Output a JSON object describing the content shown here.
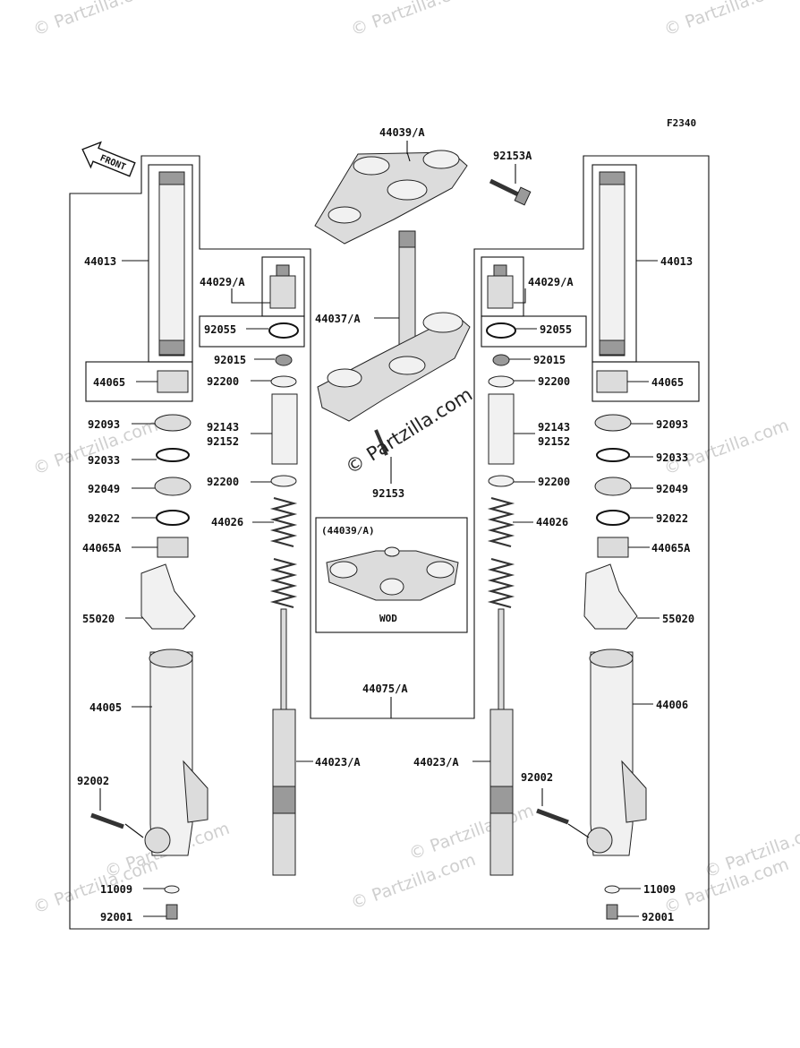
{
  "diagram_code": "F2340",
  "front_label": "FRONT",
  "watermark_text": "© Partzilla.com",
  "inset": {
    "title": "(44039/A)",
    "caption": "WOD"
  },
  "labels": {
    "top_bracket": "44039/A",
    "bolt_upper": "92153A",
    "stem": "44037/A",
    "stem_bolt": "92153",
    "fork_assy": "44075/A",
    "left": {
      "inner_tube": "44013",
      "bushing_upper": "44065",
      "cap_bolt": "44029/A",
      "o_ring": "92055",
      "nut": "92015",
      "washer_upper": "92200",
      "oil_seal": "92093",
      "circlip": "92033",
      "seal_washer": "92049",
      "ring": "92022",
      "bushing_lower": "44065A",
      "protector": "55020",
      "outer_tube": "44005",
      "bolt": "92002",
      "gasket": "11009",
      "drain_bolt": "92001",
      "pipe_a": "92143",
      "pipe_b": "92152",
      "washer_lower": "92200",
      "spring": "44026",
      "cylinder": "44023/A"
    },
    "right": {
      "inner_tube": "44013",
      "bushing_upper": "44065",
      "cap_bolt": "44029/A",
      "o_ring": "92055",
      "nut": "92015",
      "washer_upper": "92200",
      "oil_seal": "92093",
      "circlip": "92033",
      "seal_washer": "92049",
      "ring": "92022",
      "bushing_lower": "44065A",
      "protector": "55020",
      "outer_tube": "44006",
      "bolt": "92002",
      "gasket": "11009",
      "drain_bolt": "92001",
      "pipe_a": "92143",
      "pipe_b": "92152",
      "washer_lower": "92200",
      "spring": "44026",
      "cylinder": "44023/A"
    }
  }
}
